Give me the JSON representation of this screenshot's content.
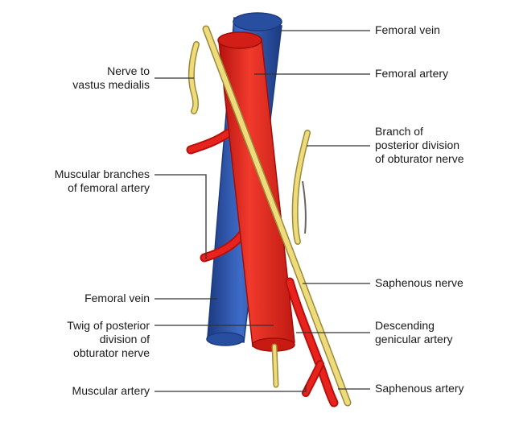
{
  "labels": {
    "femoral_vein_top": "Femoral vein",
    "femoral_artery": "Femoral artery",
    "branch_posterior_division": "Branch of\nposterior division\nof obturator nerve",
    "saphenous_nerve": "Saphenous nerve",
    "descending_genicular_artery": "Descending\ngenicular artery",
    "saphenous_artery": "Saphenous artery",
    "nerve_to_vastus_medialis": "Nerve to\nvastus medialis",
    "muscular_branches": "Muscular branches\nof femoral artery",
    "femoral_vein_bottom": "Femoral vein",
    "twig_posterior_division": "Twig of posterior\ndivision of\nobturator nerve",
    "muscular_artery": "Muscular artery"
  },
  "colors": {
    "artery": "#e8231e",
    "artery_dark": "#b5120e",
    "vein": "#2f57b3",
    "vein_dark": "#1c3a80",
    "nerve": "#eedb7c",
    "nerve_outline": "#9a8a3a",
    "leader": "#333333"
  }
}
